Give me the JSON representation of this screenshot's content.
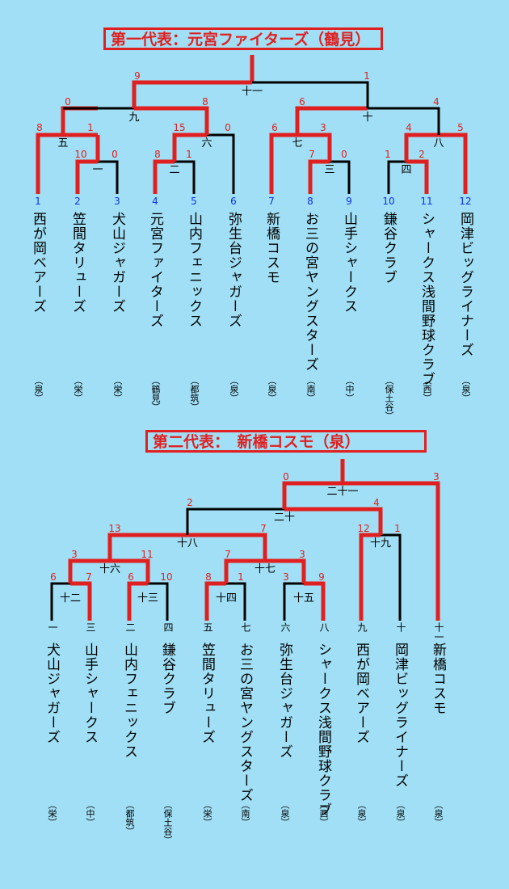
{
  "bracket1": {
    "title": "第一代表：元宮ファイターズ（鶴見）",
    "teams": [
      {
        "no": "1",
        "name": "西が岡ベアーズ",
        "loc": "（泉）"
      },
      {
        "no": "2",
        "name": "笠間タリューズ",
        "loc": "（栄）"
      },
      {
        "no": "3",
        "name": "犬山ジャガーズ",
        "loc": "（栄）"
      },
      {
        "no": "4",
        "name": "元宮ファイターズ",
        "loc": "（鶴見）"
      },
      {
        "no": "5",
        "name": "山内フェニックス",
        "loc": "（都筑）"
      },
      {
        "no": "6",
        "name": "弥生台ジャガーズ",
        "loc": "（泉）"
      },
      {
        "no": "7",
        "name": "新橋コスモ",
        "loc": "（泉）"
      },
      {
        "no": "8",
        "name": "お三の宮ヤングスターズ",
        "loc": "（南）"
      },
      {
        "no": "9",
        "name": "山手シャークス",
        "loc": "（中）"
      },
      {
        "no": "10",
        "name": "鎌谷クラブ",
        "loc": "（保土谷）"
      },
      {
        "no": "11",
        "name": "シャークス浅間野球クラブ",
        "loc": "（西）"
      },
      {
        "no": "12",
        "name": "岡津ビッグライナーズ",
        "loc": "（泉）"
      }
    ],
    "games": [
      "一",
      "二",
      "三",
      "四",
      "五",
      "六",
      "七",
      "八",
      "九",
      "十",
      "十一"
    ],
    "scores": [
      "8",
      "1",
      "10",
      "0",
      "8",
      "1",
      "15",
      "0",
      "6",
      "7",
      "0",
      "1",
      "2",
      "4",
      "5",
      "0",
      "8",
      "6",
      "4",
      "9",
      "1"
    ]
  },
  "bracket2": {
    "title": "第二代表：　新橋コスモ（泉）",
    "teams": [
      {
        "no": "一",
        "name": "犬山ジャガーズ",
        "loc": "（栄）"
      },
      {
        "no": "三",
        "name": "山手シャークス",
        "loc": "（中）"
      },
      {
        "no": "二",
        "name": "山内フェニックス",
        "loc": "（都筑）"
      },
      {
        "no": "四",
        "name": "鎌谷クラブ",
        "loc": "（保土谷）"
      },
      {
        "no": "五",
        "name": "笠間タリューズ",
        "loc": "（栄）"
      },
      {
        "no": "七",
        "name": "お三の宮ヤングスターズ",
        "loc": "（南）"
      },
      {
        "no": "六",
        "name": "弥生台ジャガーズ",
        "loc": "（泉）"
      },
      {
        "no": "八",
        "name": "シャークス浅間野球クラブ",
        "loc": "（西）"
      },
      {
        "no": "九",
        "name": "西が岡ベアーズ",
        "loc": "（泉）"
      },
      {
        "no": "十",
        "name": "岡津ビッグライナーズ",
        "loc": "（泉）"
      },
      {
        "no": "十一",
        "name": "新橋コスモ",
        "loc": "（泉）"
      }
    ],
    "games": [
      "十二",
      "十三",
      "十四",
      "十五",
      "十六",
      "十七",
      "十八",
      "十九",
      "二十",
      "二十一"
    ],
    "scores": [
      "6",
      "7",
      "6",
      "10",
      "8",
      "1",
      "3",
      "9",
      "3",
      "11",
      "7",
      "3",
      "13",
      "7",
      "12",
      "1",
      "2",
      "4",
      "0",
      "3"
    ]
  },
  "colors": {
    "background": "#a0dff5",
    "winner_line": "#e02020",
    "line": "#000000",
    "team_number": "#1030e0"
  }
}
